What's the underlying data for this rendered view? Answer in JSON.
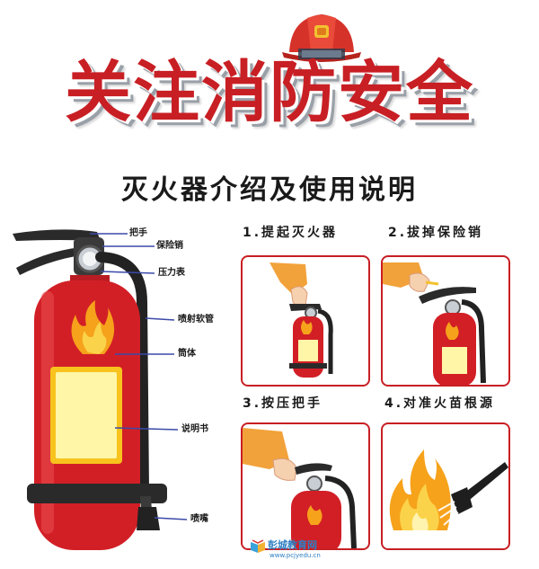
{
  "title": "关注消防安全",
  "subtitle": "灭火器介绍及使用说明",
  "parts": {
    "handle": "把手",
    "safety_pin": "保险销",
    "pressure_gauge": "压力表",
    "hose": "喷射软管",
    "body": "筒体",
    "instructions": "说明书",
    "nozzle": "喷嘴"
  },
  "steps": [
    {
      "label": "1.提起灭火器"
    },
    {
      "label": "2.拔掉保险销"
    },
    {
      "label": "3.按压把手"
    },
    {
      "label": "4.对准火苗根源"
    }
  ],
  "watermark": {
    "name": "彭城教育网",
    "url": "www.pcjyedu.cn"
  },
  "colors": {
    "accent_red": "#c81f24",
    "extinguisher_red": "#d21f26",
    "label_yellow": "#fff6a8",
    "hose_black": "#222222",
    "leader_line_blue": "#3b4aa8"
  },
  "icons": [
    "firefighter-helmet-icon",
    "flame-icon",
    "hand-icon",
    "fire-icon",
    "nozzle-icon",
    "book-logo-icon"
  ]
}
